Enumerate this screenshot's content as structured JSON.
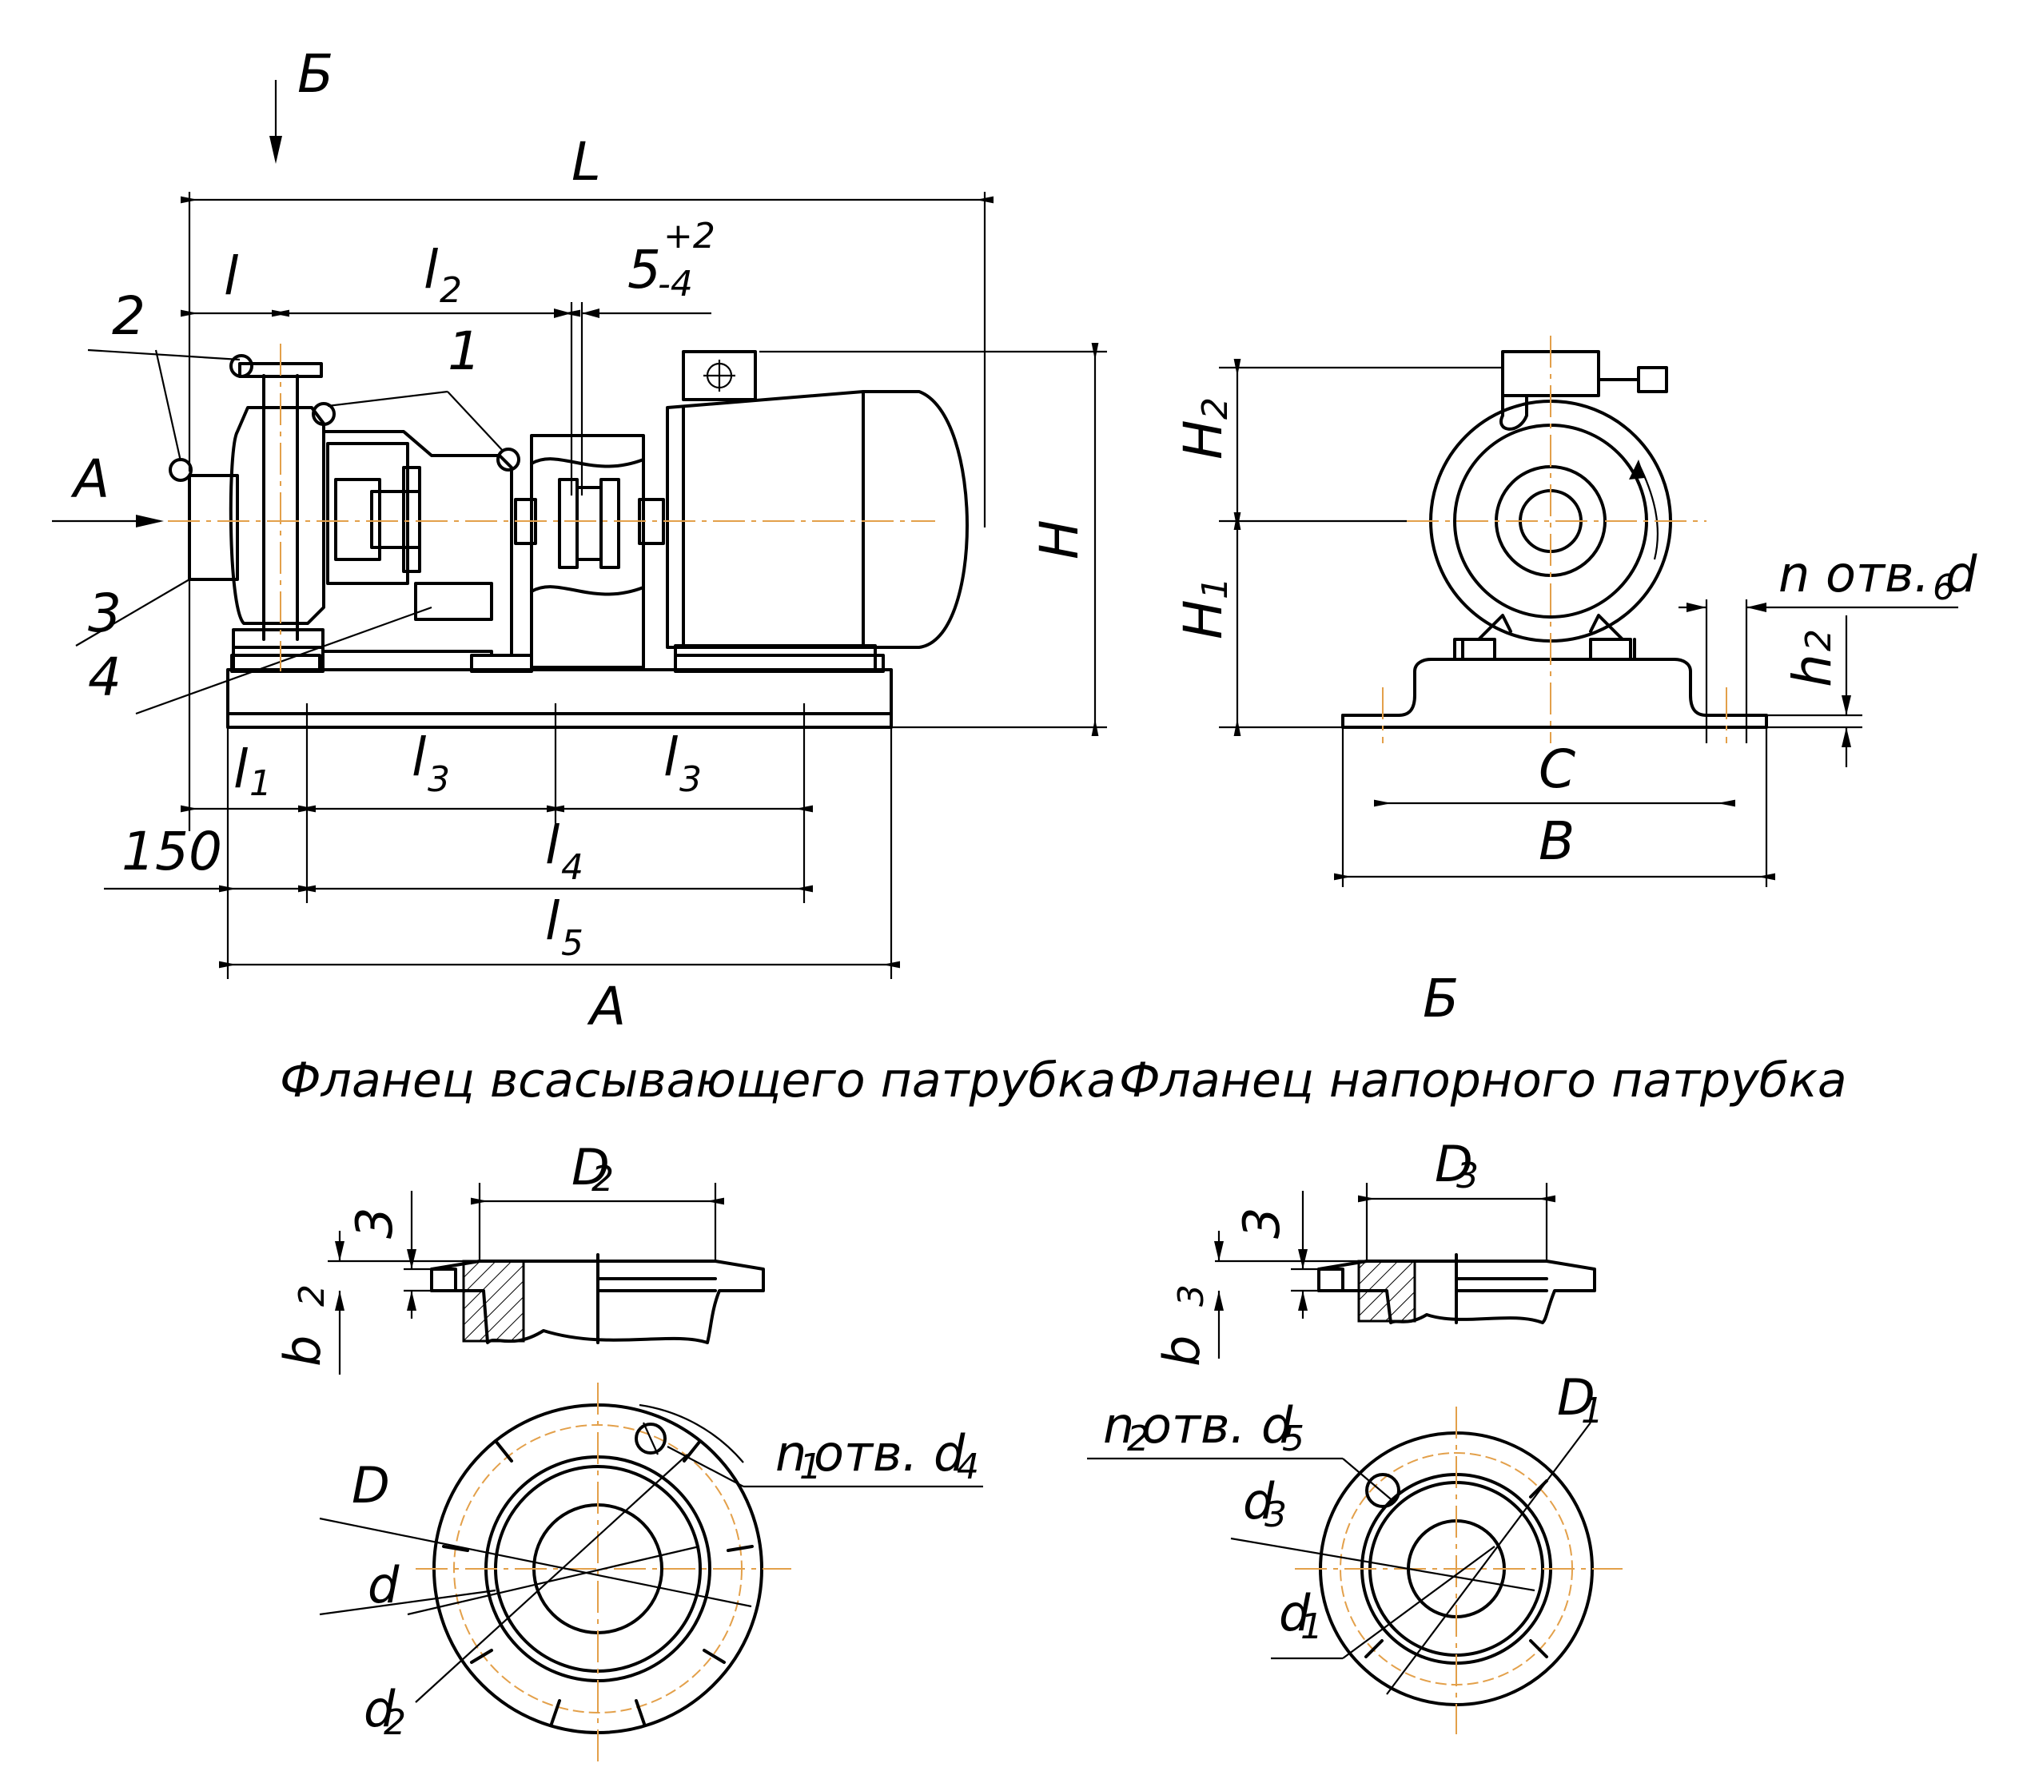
{
  "main_view": {
    "labels": {
      "section_b": "Б",
      "arrow_a": "А",
      "len_L": "L",
      "len_l": "l",
      "len_l2": "l",
      "len_l2_sub": "2",
      "gap_5": "5",
      "gap_tol_plus": "+2",
      "gap_tol_minus": "-4",
      "height_H": "H",
      "len_l1": "l",
      "len_l1_sub": "1",
      "len_l3a": "l",
      "len_l3a_sub": "3",
      "len_l3b": "l",
      "len_l3b_sub": "3",
      "dim_150": "150",
      "len_l4": "l",
      "len_l4_sub": "4",
      "len_l5": "l",
      "len_l5_sub": "5",
      "len_A": "A"
    },
    "callouts": [
      "1",
      "2",
      "3",
      "4"
    ]
  },
  "side_view": {
    "labels": {
      "H2": "H",
      "H2_sub": "2",
      "H1": "H",
      "H1_sub": "1",
      "holes": "n отв. d",
      "holes_sub": "6",
      "h2": "h",
      "h2_sub": "2",
      "C": "C",
      "B": "B",
      "view_name": "Б"
    }
  },
  "suction_flange": {
    "title": "Фланец всасывающего патрубка",
    "D2": "D",
    "D2_sub": "2",
    "thick": "3",
    "b2": "b",
    "b2_sub": "2",
    "holes": "n",
    "holes_sub1": "1",
    "holes_text": " отв. d",
    "holes_sub2": "4",
    "D": "D",
    "d": "d",
    "d2": "d",
    "d2_sub": "2"
  },
  "discharge_flange": {
    "title": "Фланец напорного патрубка",
    "D3": "D",
    "D3_sub": "3",
    "thick": "3",
    "b3": "b",
    "b3_sub": "3",
    "holes": "n",
    "holes_sub1": "2",
    "holes_text": " отв. d",
    "holes_sub2": "5",
    "D1": "D",
    "D1_sub": "1",
    "d3": "d",
    "d3_sub": "3",
    "d1": "d",
    "d1_sub": "1"
  }
}
